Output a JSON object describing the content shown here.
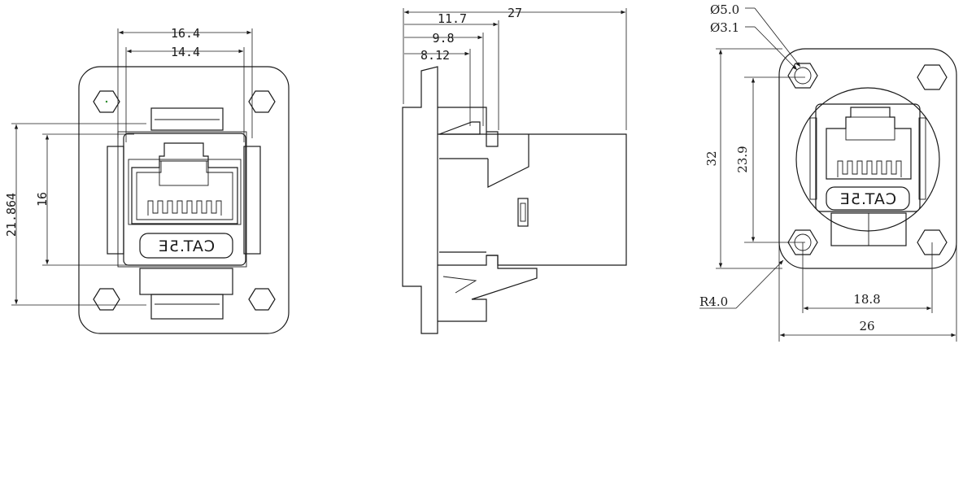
{
  "front_view": {
    "dims": {
      "width_outer": "16.4",
      "width_inner": "14.4",
      "height_outer": "21.864",
      "height_inner": "16"
    },
    "marking": "CAT.5E"
  },
  "side_view": {
    "dims": {
      "total_length": "27",
      "d1": "11.7",
      "d2": "9.8",
      "d3": "8.12"
    }
  },
  "rear_view": {
    "dims": {
      "hole_outer": "Ø5.0",
      "hole_inner": "Ø3.1",
      "height": "32",
      "hole_pitch_v": "23.9",
      "corner_radius": "R4.0",
      "hole_pitch_h": "18.8",
      "width": "26"
    },
    "marking": "CAT.5E"
  }
}
